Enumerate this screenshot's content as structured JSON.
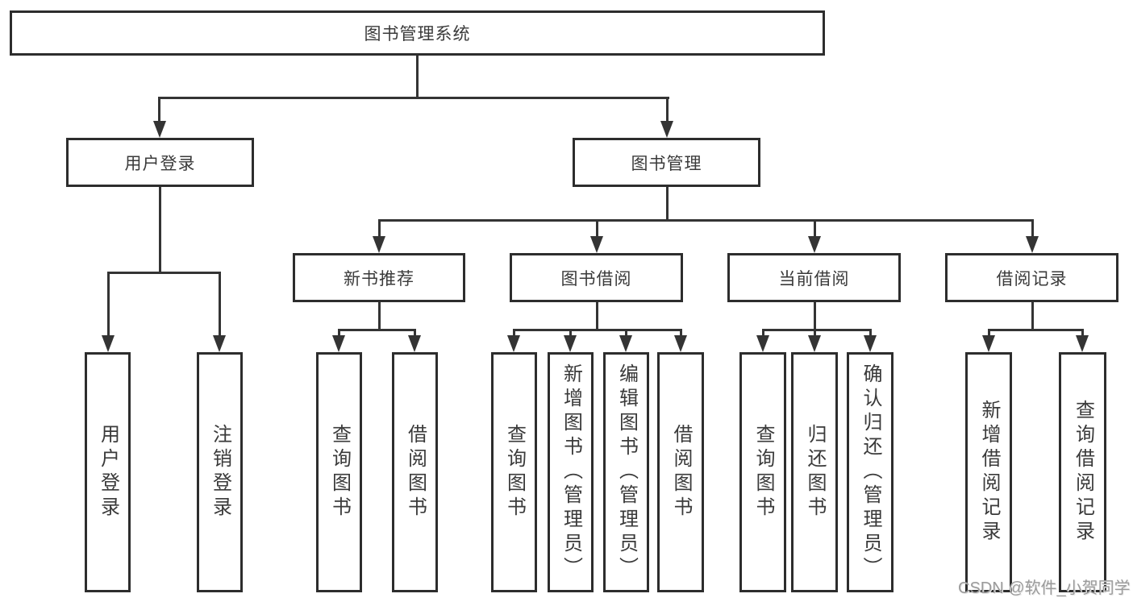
{
  "diagram": {
    "title": "图书管理系统",
    "type": "hierarchy-tree"
  },
  "tree": {
    "root": {
      "label": "图书管理系统"
    },
    "level2": [
      {
        "label": "用户登录",
        "parent": "图书管理系统"
      },
      {
        "label": "图书管理",
        "parent": "图书管理系统"
      }
    ],
    "level3": [
      {
        "label": "新书推荐",
        "parent": "图书管理"
      },
      {
        "label": "图书借阅",
        "parent": "图书管理"
      },
      {
        "label": "当前借阅",
        "parent": "图书管理"
      },
      {
        "label": "借阅记录",
        "parent": "图书管理"
      }
    ],
    "leaves": [
      {
        "label": "用户登录",
        "parent": "用户登录"
      },
      {
        "label": "注销登录",
        "parent": "用户登录"
      },
      {
        "label": "查询图书",
        "parent": "新书推荐"
      },
      {
        "label": "借阅图书",
        "parent": "新书推荐"
      },
      {
        "label": "查询图书",
        "parent": "图书借阅"
      },
      {
        "label": "新增图书（管理员）",
        "parent": "图书借阅"
      },
      {
        "label": "编辑图书（管理员）",
        "parent": "图书借阅"
      },
      {
        "label": "借阅图书",
        "parent": "图书借阅"
      },
      {
        "label": "查询图书",
        "parent": "当前借阅"
      },
      {
        "label": "归还图书",
        "parent": "当前借阅"
      },
      {
        "label": "确认归还（管理员）",
        "parent": "当前借阅"
      },
      {
        "label": "新增借阅记录",
        "parent": "借阅记录"
      },
      {
        "label": "查询借阅记录",
        "parent": "借阅记录"
      }
    ]
  },
  "watermark": {
    "text": "CSDN @软件_小贺同学"
  },
  "colors": {
    "background": "#ffffff",
    "box_fill": "#ffffff",
    "box_border": "#2d2d2d",
    "line": "#343434",
    "text": "#3a3a3a",
    "watermark": "#9b9b9b"
  }
}
